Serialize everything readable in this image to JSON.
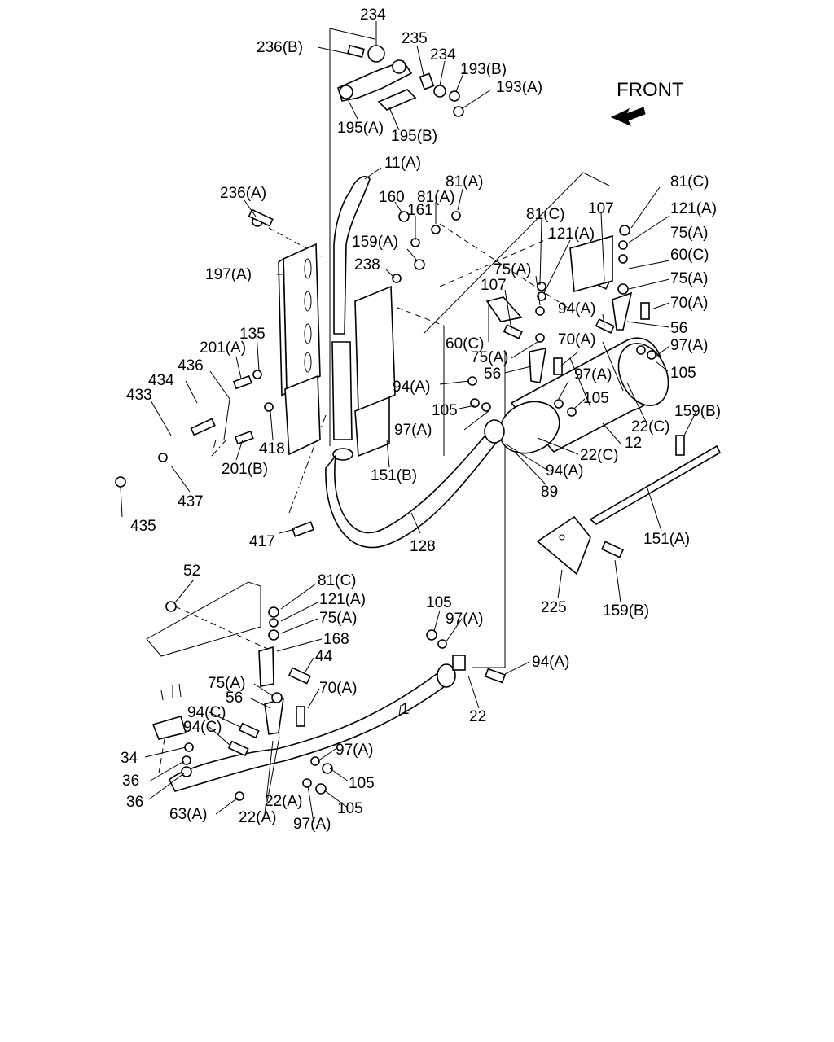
{
  "front_label": "FRONT",
  "labels": {
    "l01": "234",
    "l02": "236(B)",
    "l03": "235",
    "l04": "234",
    "l05": "193(B)",
    "l06": "193(A)",
    "l07": "195(A)",
    "l08": "195(B)",
    "l09": "11(A)",
    "l10": "81(A)",
    "l11": "81(C)",
    "l12": "236(A)",
    "l13": "160",
    "l14": "81(A)",
    "l15": "81(C)",
    "l16": "107",
    "l17": "121(A)",
    "l18": "161",
    "l19": "121(A)",
    "l20": "75(A)",
    "l21": "159(A)",
    "l22": "60(C)",
    "l23": "197(A)",
    "l24": "238",
    "l25": "75(A)",
    "l26": "75(A)",
    "l27": "107",
    "l28": "70(A)",
    "l29": "94(A)",
    "l30": "135",
    "l31": "56",
    "l32": "201(A)",
    "l33": "60(C)",
    "l34": "70(A)",
    "l35": "436",
    "l36": "75(A)",
    "l37": "97(A)",
    "l38": "434",
    "l39": "56",
    "l40": "97(A)",
    "l41": "105",
    "l42": "94(A)",
    "l43": "433",
    "l44": "105",
    "l45": "105",
    "l46": "159(B)",
    "l47": "97(A)",
    "l48": "22(C)",
    "l49": "418",
    "l50": "12",
    "l51": "201(B)",
    "l52": "22(C)",
    "l53": "151(B)",
    "l54": "94(A)",
    "l55": "437",
    "l56": "89",
    "l57": "435",
    "l58": "151(A)",
    "l59": "417",
    "l60": "128",
    "l61": "52",
    "l62": "225",
    "l63": "159(B)",
    "l64": "81(C)",
    "l65": "105",
    "l66": "121(A)",
    "l67": "97(A)",
    "l68": "75(A)",
    "l69": "168",
    "l70": "94(A)",
    "l71": "44",
    "l72": "75(A)",
    "l73": "70(A)",
    "l74": "56",
    "l75": "22",
    "l76": "1",
    "l77": "94(C)",
    "l78": "94(C)",
    "l79": "97(A)",
    "l80": "34",
    "l81": "105",
    "l82": "36",
    "l83": "22(A)",
    "l84": "36",
    "l85": "105",
    "l86": "63(A)",
    "l87": "22(A)",
    "l88": "97(A)"
  },
  "icons": {
    "front_arrow": "arrow-down-left-icon"
  }
}
